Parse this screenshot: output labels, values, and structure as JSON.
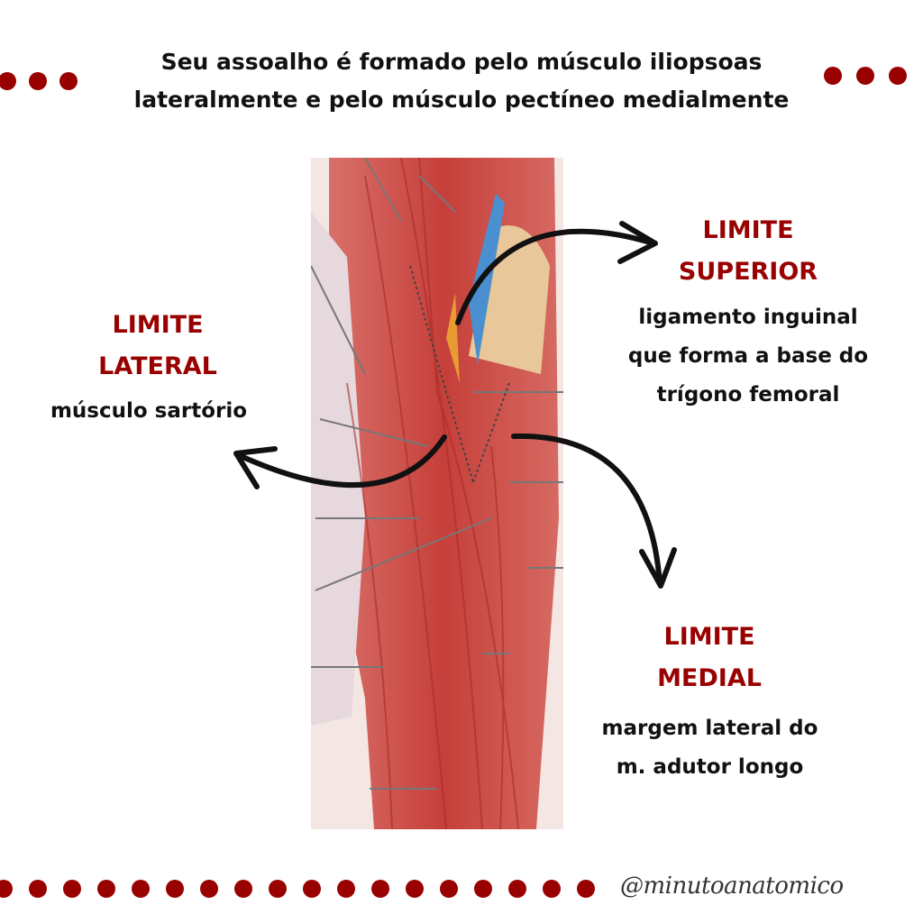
{
  "title": {
    "line1": "Seu assoalho é formado pelo músculo iliopsoas",
    "line2": "lateralmente e pelo músculo pectíneo medialmente"
  },
  "limits": {
    "lateral": {
      "heading1": "LIMITE",
      "heading2": "LATERAL",
      "desc1": "músculo sartório"
    },
    "superior": {
      "heading1": "LIMITE",
      "heading2": "SUPERIOR",
      "desc1": "ligamento inguinal",
      "desc2": "que forma a base do",
      "desc3": "trígono femoral"
    },
    "medial": {
      "heading1": "LIMITE",
      "heading2": "MEDIAL",
      "desc1": "margem lateral do",
      "desc2": "m. adutor longo"
    }
  },
  "handle": "@minutoanatomico",
  "colors": {
    "accent": "#990000",
    "muscle": "#c8453f"
  }
}
